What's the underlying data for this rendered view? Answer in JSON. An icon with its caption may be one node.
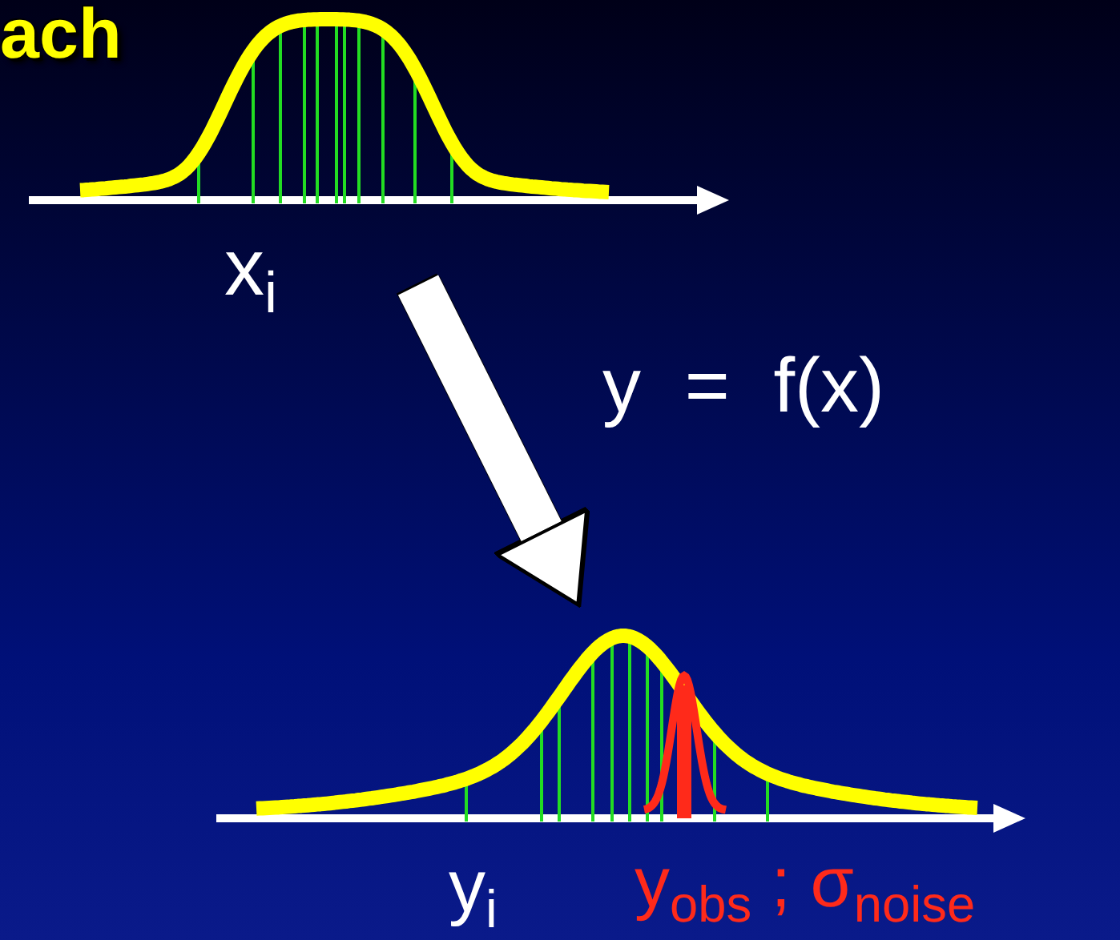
{
  "diagram": {
    "nodes": [
      {
        "text": [],
        "shape": "picture",
        "beside": [
          "x$_{i}$"
        ]
      },
      {
        "text": [],
        "shape": "picture",
        "beside": [
          "y$_{i}$",
          "y$_{obs}$ ; σ$_{noise}$"
        ]
      }
    ],
    "edges": [
      {
        "from": 0,
        "to": 1,
        "arrow": "to",
        "label": "y = f(x)"
      }
    ],
    "labels": [
      "ach"
    ]
  }
}
